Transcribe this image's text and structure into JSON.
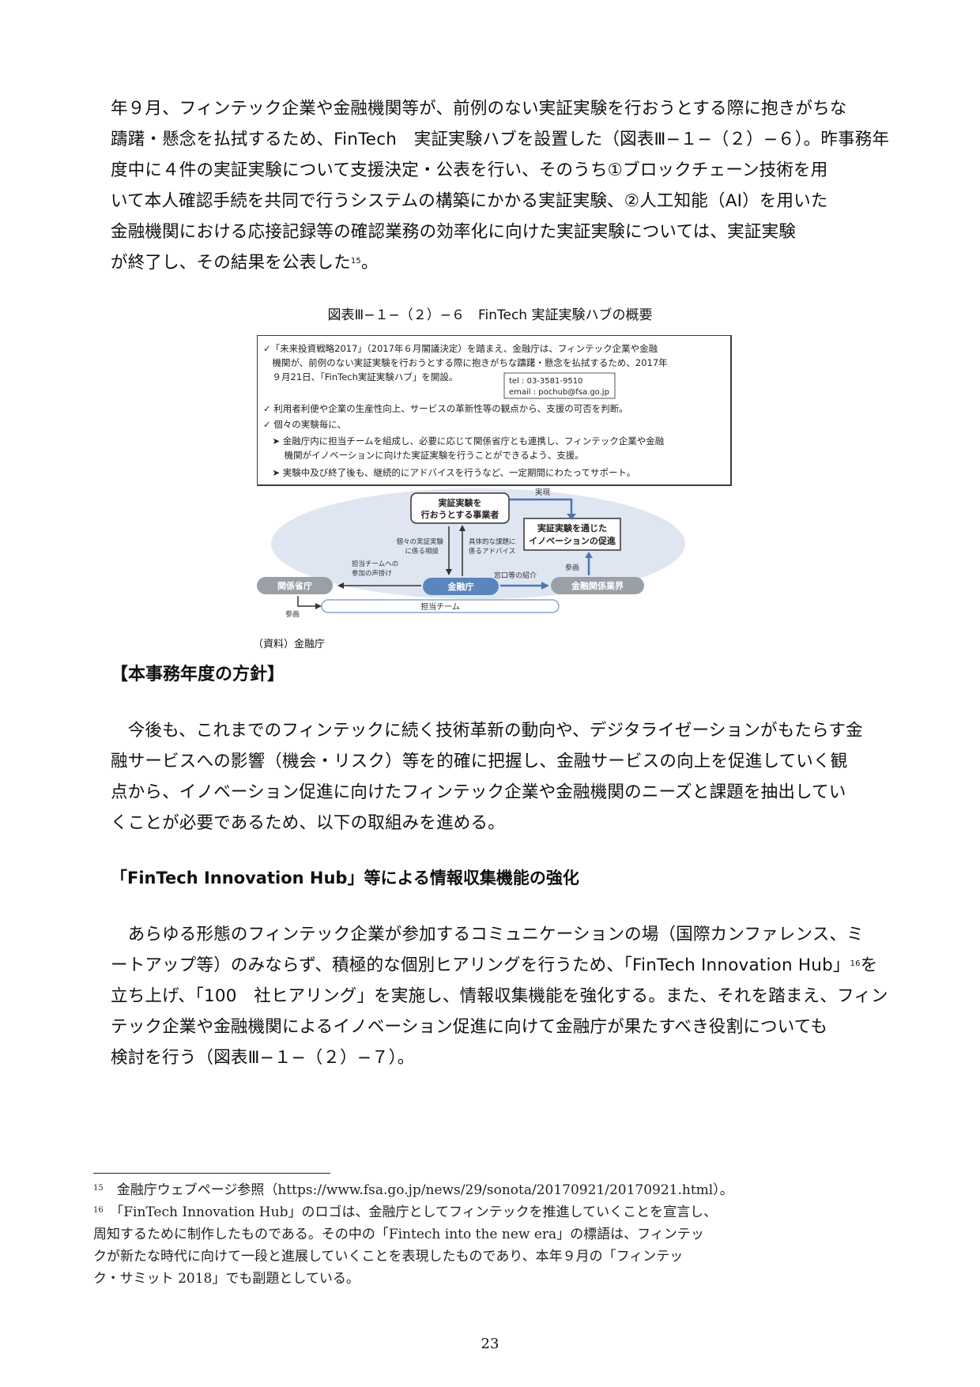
{
  "para1": {
    "lines": [
      "年９月、フィンテック企業や金融機関等が、前例のない実証実験を行おうとする際に抱きがちな",
      "躊躇・懸念を払拭するため、FinTech　実証実験ハブを設置した（図表Ⅲ−１−（２）−６）。昨事務年",
      "度中に４件の実証実験について支援決定・公表を行い、そのうち①ブロックチェーン技術を用",
      "いて本人確認手続を共同で行うシステムの構築にかかる実証実験、②人工知能（AI）を用いた",
      "金融機関における応接記録等の確認業務の効率化に向けた実証実験については、実証実験",
      "が終了し、その結果を公表した"
    ],
    "fn_ref": "15",
    "tail": "。"
  },
  "figure": {
    "caption": "図表Ⅲ−１−（２）−６　FinTech 実証実験ハブの概要",
    "box_lines": [
      "✓「未来投資戦略2017」（2017年６月閣議決定）を踏まえ、金融庁は、フィンテック企業や金融",
      "　機関が、前例のない実証実験を行おうとする際に抱きがちな躊躇・懸念を払拭するため、2017年",
      "　９月21日、「FinTech実証実験ハブ」を開設。",
      "✓ 利用者利便や企業の生産性向上、サービスの革新性等の観点から、支援の可否を判断。",
      "✓ 個々の実験毎に、",
      "　➤ 金融庁内に担当チームを組成し、必要に応じて関係省庁とも連携し、フィンテック企業や金融",
      "　　 機関がイノベーションに向けた実証実験を行うことができるよう、支援。",
      "　➤ 実験中及び終了後も、継続的にアドバイスを行うなど、一定期間にわたってサポート。"
    ],
    "contact_tel": "tel : 03-3581-9510",
    "contact_email": "email : pochub@fsa.go.jp",
    "node_business_1": "実証実験を",
    "node_business_2": "行おうとする事業者",
    "node_innovation_1": "実証実験を通じた",
    "node_innovation_2": "イノベーションの促進",
    "node_fsa": "金融庁",
    "node_ministries": "関係省庁",
    "node_industry": "金融関係業界",
    "node_team": "担当チーム",
    "label_realize": "実現",
    "label_consult_1": "個々の実証実験",
    "label_consult_2": "に係る相談",
    "label_advice_1": "具体的な課題に",
    "label_advice_2": "係るアドバイス",
    "label_call_1": "担当チームへの",
    "label_call_2": "参加の声掛け",
    "label_window": "窓口等の紹介",
    "label_participate_1": "参画",
    "label_participate_2": "参画"
  },
  "source": "（資料）金融庁",
  "heading": "【本事務年度の方針】",
  "para2": {
    "lines": [
      "　今後も、これまでのフィンテックに続く技術革新の動向や、デジタライゼーションがもたらす金",
      "融サービスへの影響（機会・リスク）等を的確に把握し、金融サービスの向上を促進していく観",
      "点から、イノベーション促進に向けたフィンテック企業や金融機関のニーズと課題を抽出してい",
      "くことが必要であるため、以下の取組みを進める。"
    ]
  },
  "subheading": "「FinTech Innovation Hub」等による情報収集機能の強化",
  "para3": {
    "line1": "　あらゆる形態のフィンテック企業が参加するコミュニケーションの場（国際カンファレンス、ミ",
    "line2_a": "ートアップ等）のみならず、積極的な個別ヒアリングを行うため、「FinTech Innovation Hub」",
    "line2_ref": "16",
    "line2_b": "を",
    "line3": "立ち上げ、「100　社ヒアリング」を実施し、情報収集機能を強化する。また、それを踏まえ、フィン",
    "line4": "テック企業や金融機関によるイノベーション促進に向けて金融庁が果たすべき役割についても",
    "line5": "検討を行う（図表Ⅲ−１−（２）−７）。"
  },
  "footnotes": {
    "fn15_num": "15",
    "fn15_text": "　金融庁ウェブページ参照（https://www.fsa.go.jp/news/29/sonota/20170921/20170921.html）。",
    "fn16_num": "16",
    "fn16_lines": [
      "　「FinTech Innovation Hub」のロゴは、金融庁としてフィンテックを推進していくことを宣言し、",
      "周知するために制作したものである。その中の「Fintech into the new era」の標語は、フィンテッ",
      "クが新たな時代に向けて一段と進展していくことを表現したものであり、本年９月の「フィンテッ",
      "ク・サミット 2018」でも副題としている。"
    ]
  },
  "page_number": "23"
}
